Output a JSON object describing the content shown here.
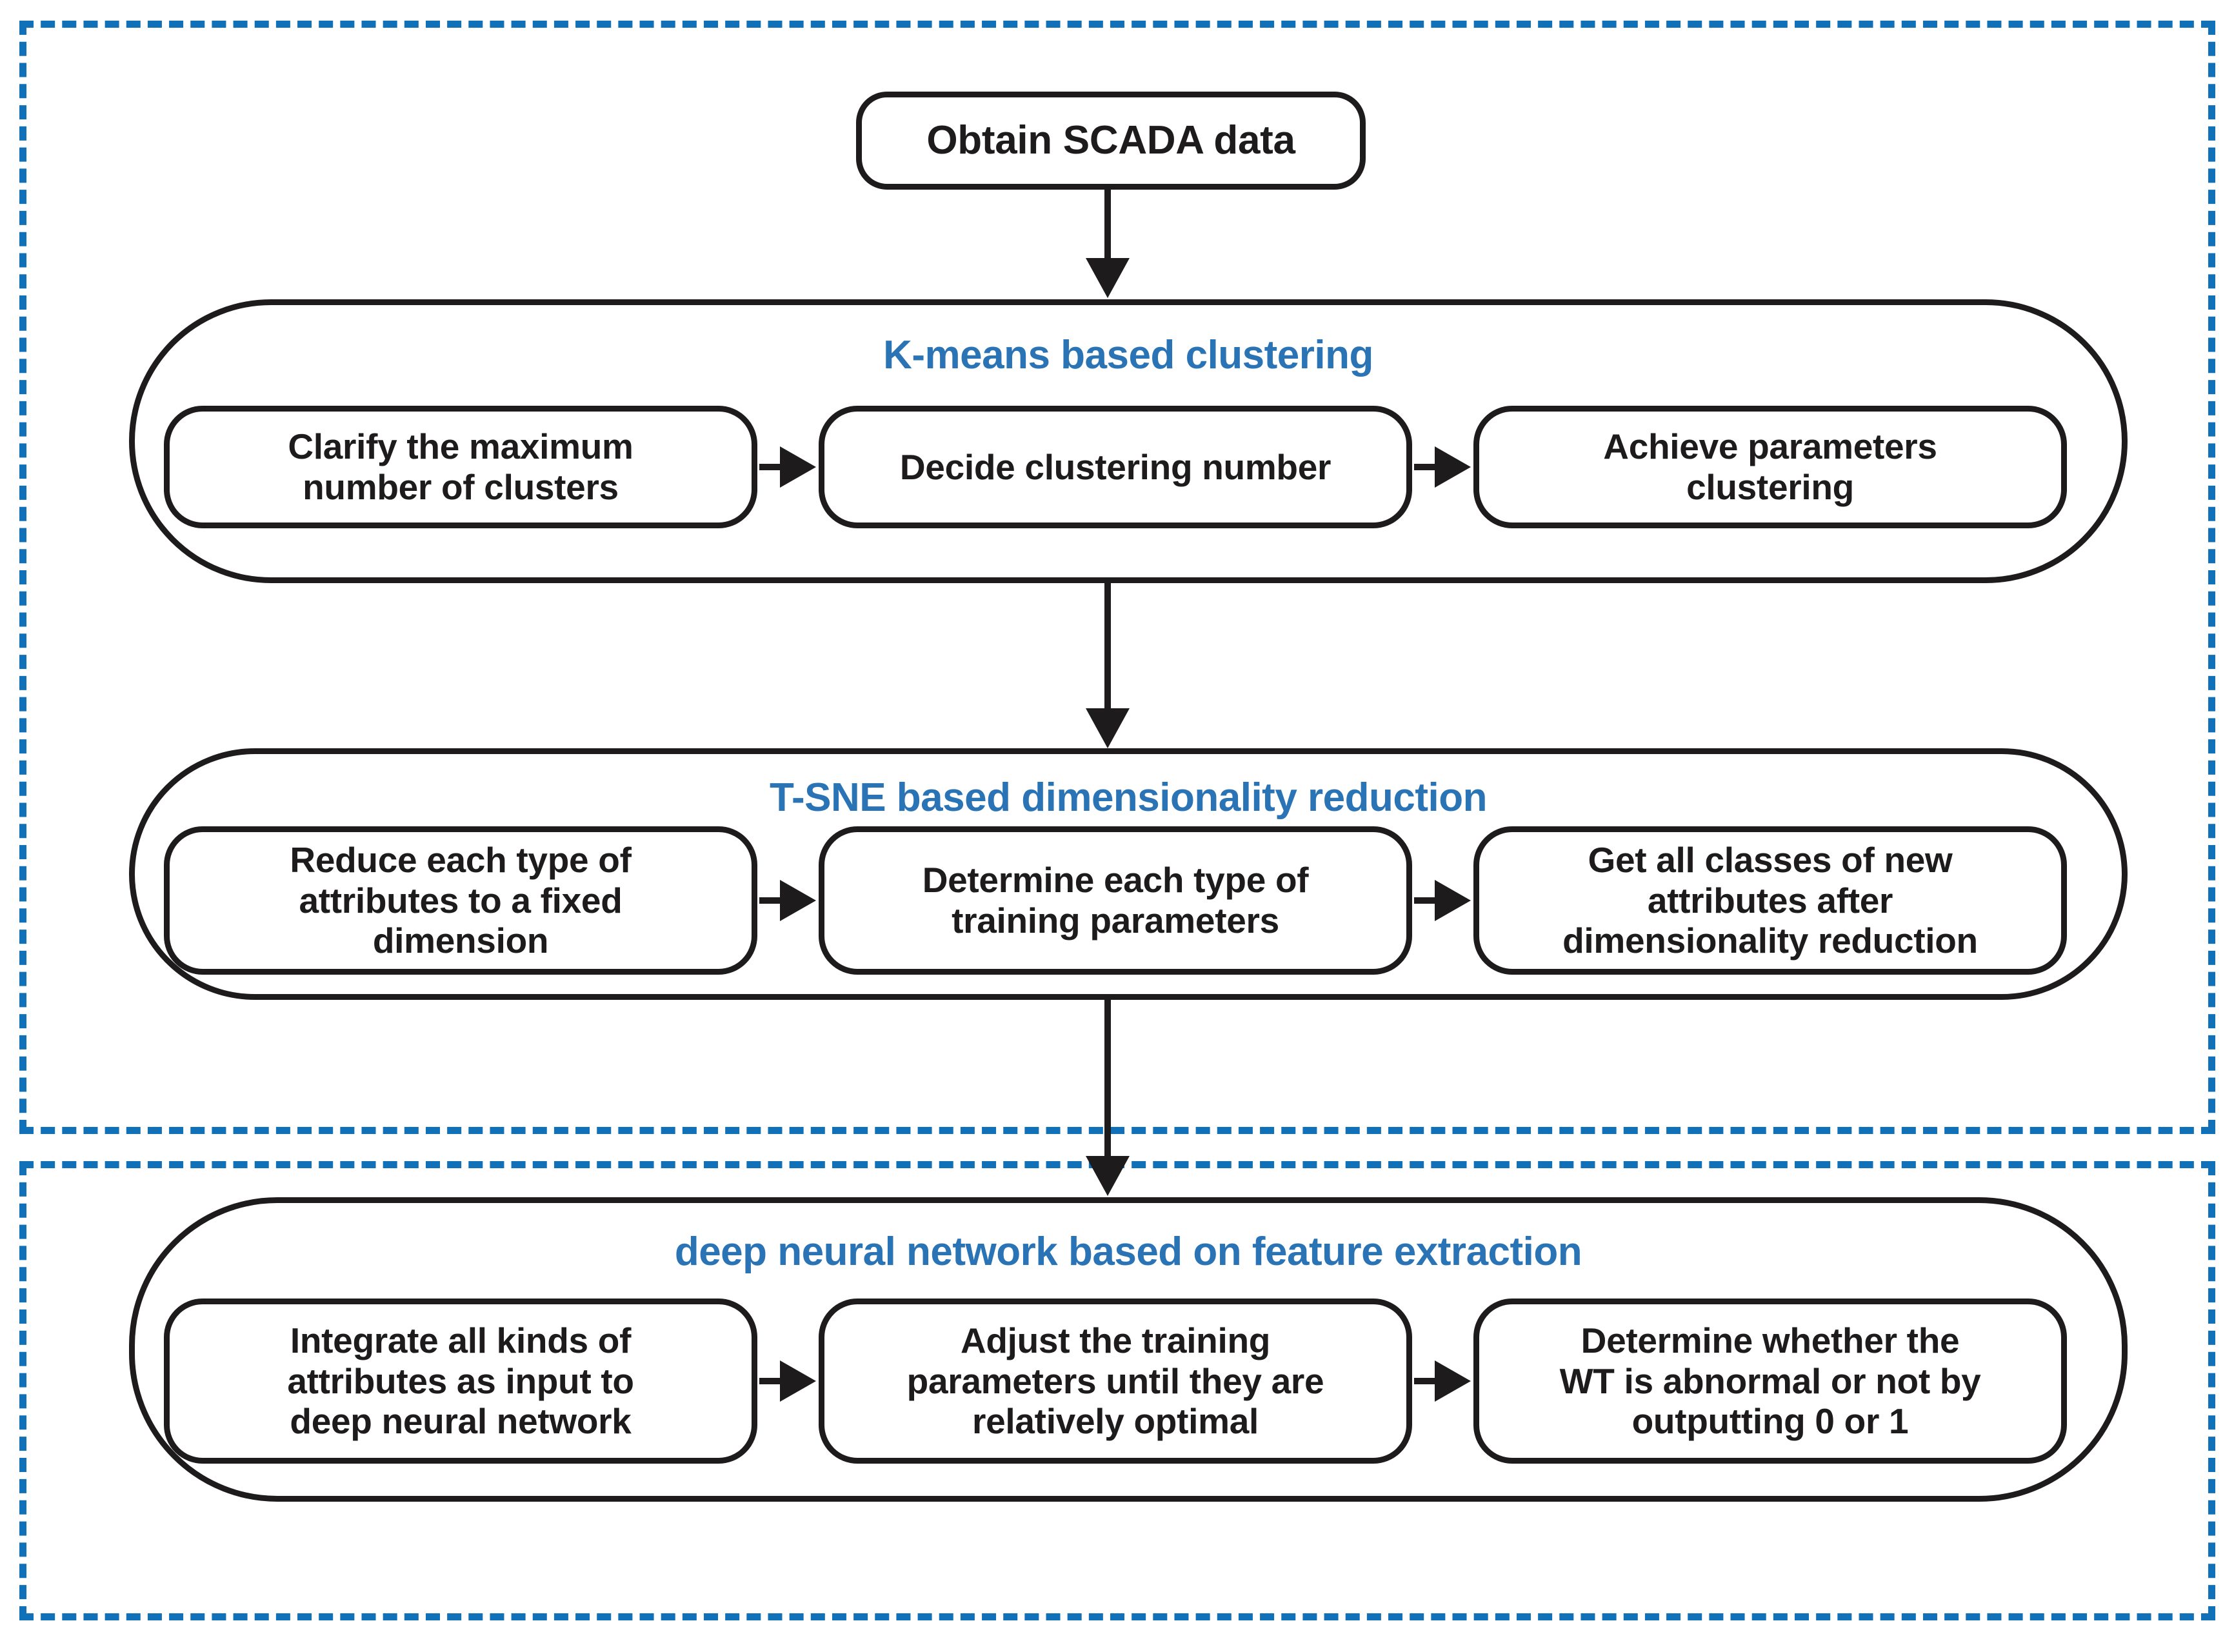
{
  "diagram": {
    "title": "SCADA-based wind turbine anomaly detection pipeline",
    "accent_blue": "#2A74B5",
    "dashed_border_blue": "#1070B8",
    "stroke_black": "#1D1B1B"
  },
  "start_node": {
    "label": "Obtain SCADA data"
  },
  "regions": [
    {
      "name": "preprocessing-region",
      "style": "dashed"
    },
    {
      "name": "detection-region",
      "style": "dashed"
    }
  ],
  "stages": [
    {
      "id": "kmeans",
      "title": "K-means based clustering",
      "steps": [
        {
          "label": "Clarify the maximum\nnumber of clusters"
        },
        {
          "label": "Decide clustering number"
        },
        {
          "label": "Achieve parameters\nclustering"
        }
      ]
    },
    {
      "id": "tsne",
      "title": "T-SNE based dimensionality reduction",
      "steps": [
        {
          "label": "Reduce each type of\nattributes to a fixed\ndimension"
        },
        {
          "label": "Determine each type of\ntraining parameters"
        },
        {
          "label": "Get all classes of new\nattributes after\ndimensionality reduction"
        }
      ]
    },
    {
      "id": "dnn",
      "title": "deep neural network based on  feature extraction",
      "steps": [
        {
          "label": "Integrate all kinds of\nattributes as input to\ndeep neural network"
        },
        {
          "label": "Adjust the training\nparameters until they are\nrelatively optimal"
        },
        {
          "label": "Determine whether the\nWT is abnormal or not by\noutputting 0 or 1"
        }
      ]
    }
  ],
  "connectors": [
    {
      "name": "start-to-kmeans",
      "direction": "down"
    },
    {
      "name": "kmeans-to-tsne",
      "direction": "down"
    },
    {
      "name": "tsne-to-dnn",
      "direction": "down"
    },
    {
      "name": "kmeans-step1-to-step2",
      "direction": "right"
    },
    {
      "name": "kmeans-step2-to-step3",
      "direction": "right"
    },
    {
      "name": "tsne-step1-to-step2",
      "direction": "right"
    },
    {
      "name": "tsne-step2-to-step3",
      "direction": "right"
    },
    {
      "name": "dnn-step1-to-step2",
      "direction": "right"
    },
    {
      "name": "dnn-step2-to-step3",
      "direction": "right"
    }
  ]
}
